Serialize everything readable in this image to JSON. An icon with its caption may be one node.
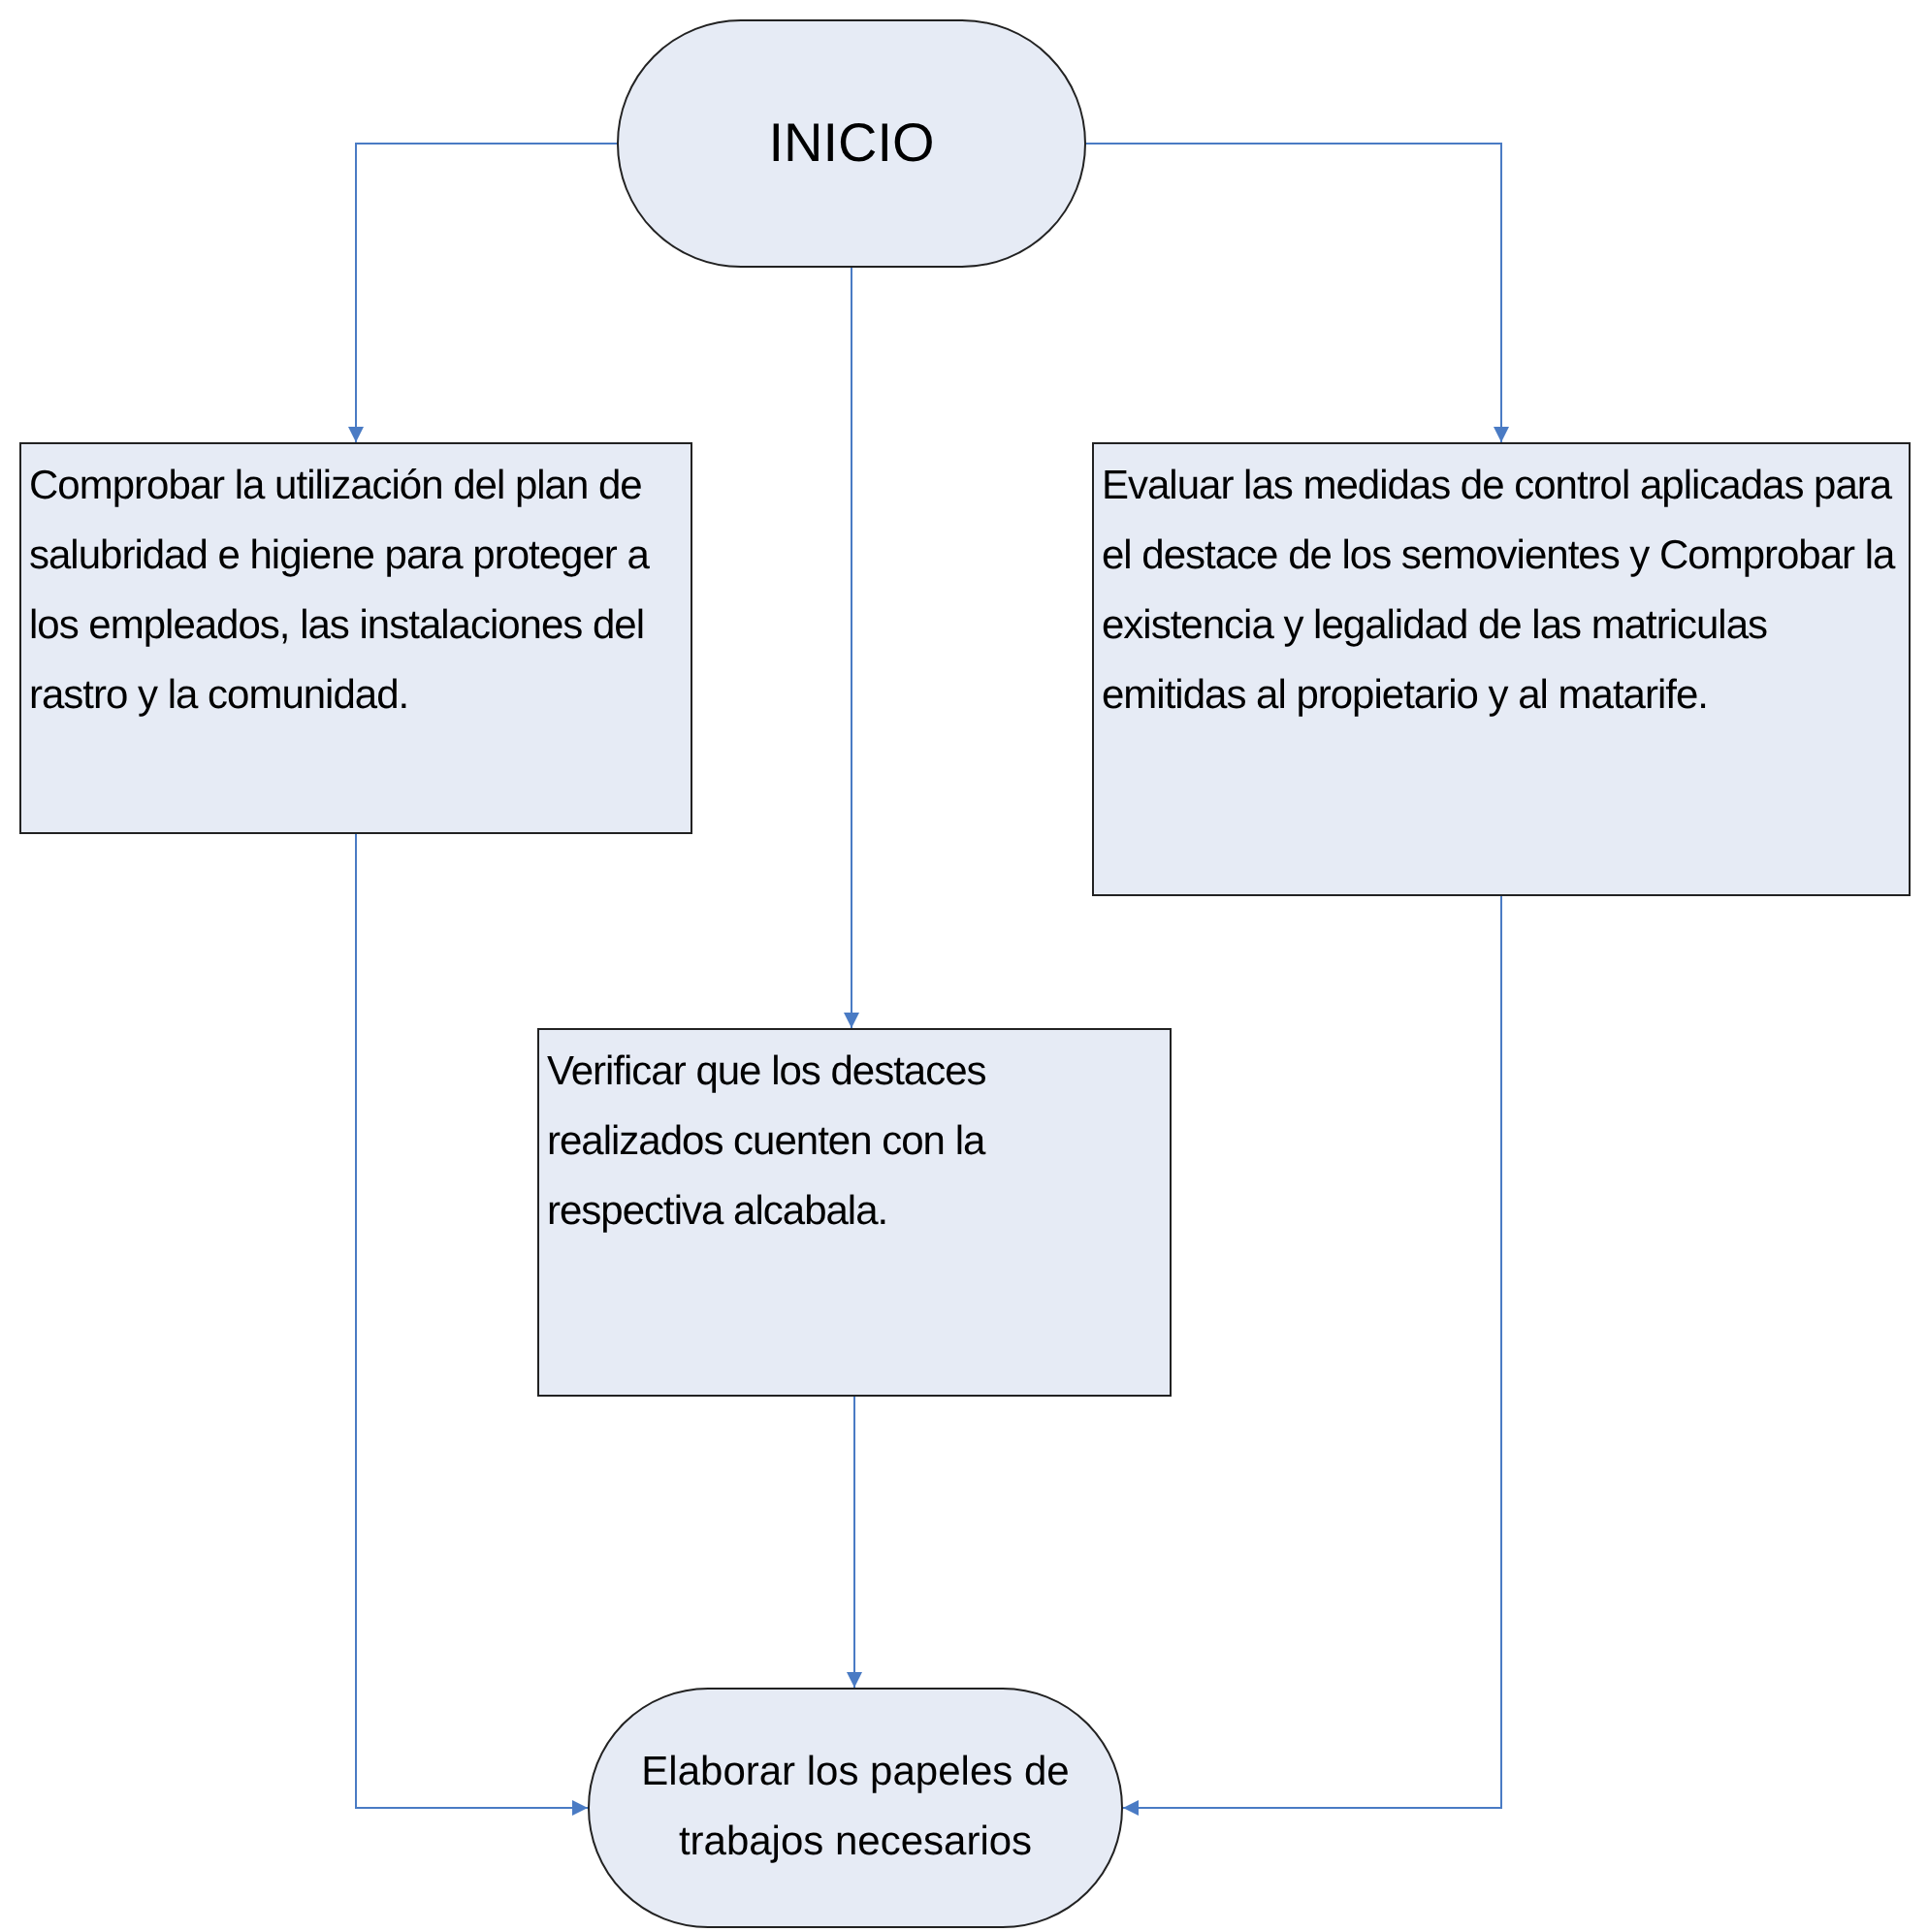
{
  "diagram": {
    "nodes": [
      {
        "text": [
          "INICIO"
        ]
      },
      {
        "text": [
          "Comprobar la utilización del plan de salubridad e higiene para proteger a los empleados, las instalaciones del rastro y la comunidad."
        ]
      },
      {
        "text": [
          "Evaluar las medidas de control aplicadas para el destace de los semovientes y Comprobar la existencia y legalidad de las matriculas emitidas al propietario  y al matarife."
        ]
      },
      {
        "text": [
          "Verificar que los destaces realizados cuenten con la respectiva alcabala."
        ]
      },
      {
        "text": [
          "Elaborar los papeles de trabajos necesarios"
        ]
      }
    ],
    "edges": [
      {
        "from": 0,
        "to": 1,
        "arrow": "to"
      },
      {
        "from": 0,
        "to": 3,
        "arrow": "to"
      },
      {
        "from": 0,
        "to": 2,
        "arrow": "to"
      },
      {
        "from": 1,
        "to": 4,
        "arrow": "to"
      },
      {
        "from": 3,
        "to": 4,
        "arrow": "to"
      },
      {
        "from": 2,
        "to": 4,
        "arrow": "to"
      }
    ]
  }
}
